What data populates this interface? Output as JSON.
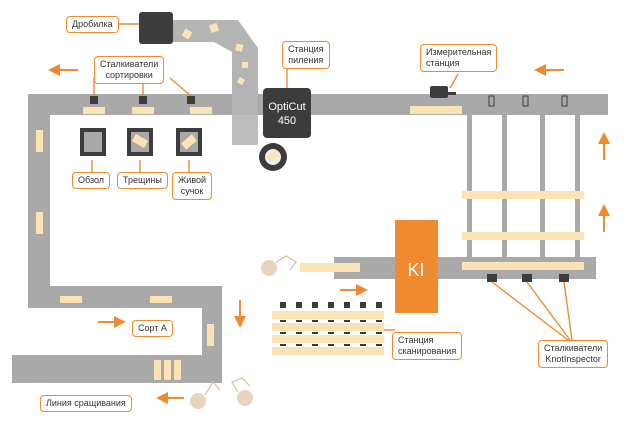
{
  "labels": {
    "crusher": "Дробилка",
    "sorting_kickers_1": "Сталкиватели",
    "sorting_kickers_2": "сортировки",
    "sawing_station_1": "Станция",
    "sawing_station_2": "пиления",
    "measuring_station_1": "Измерительная",
    "measuring_station_2": "станция",
    "wane": "Обзол",
    "cracks": "Трещины",
    "live_knot_1": "Живой",
    "live_knot_2": "сучок",
    "grade_a": "Сорт А",
    "scanning_station_1": "Станция",
    "scanning_station_2": "сканирования",
    "ki_kickers_1": "Сталкиватели",
    "ki_kickers_2": "KnotInspector",
    "splicing_line": "Линия сращивания"
  },
  "machines": {
    "opticut_1": "OptiCut",
    "opticut_2": "450",
    "knotinspector": "KI"
  },
  "colors": {
    "accent": "#f08a2e",
    "conveyor": "#a9a9a9",
    "machine_dark": "#3c3c3c",
    "board": "#fce3b4"
  }
}
